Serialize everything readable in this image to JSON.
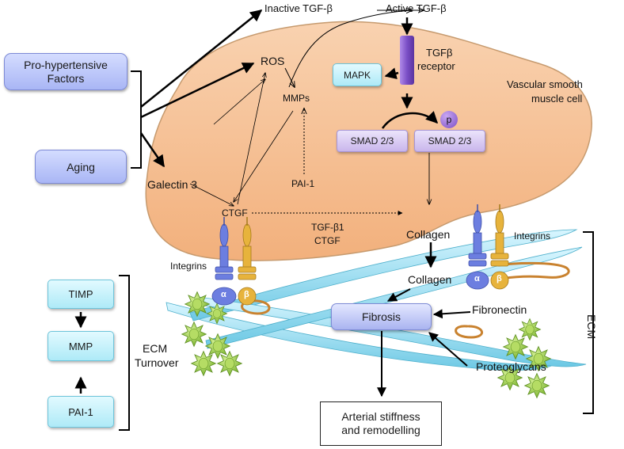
{
  "labels": {
    "inactive_tgf": "Inactive TGF-β",
    "active_tgf": "Active TGF-β",
    "tgf_receptor_line1": "TGFβ",
    "tgf_receptor_line2": "receptor",
    "vsmc_line1": "Vascular smooth",
    "vsmc_line2": "muscle cell",
    "ros": "ROS",
    "mmps": "MMPs",
    "galectin": "Galectin 3",
    "pai1_center": "PAI-1",
    "ctgf": "CTGF",
    "tgf_b1": "TGF-β1",
    "ctgf_center": "CTGF",
    "collagen_cell": "Collagen",
    "collagen_ecm": "Collagen",
    "integrins_left": "Integrins",
    "integrins_right": "Integrins",
    "fibronectin": "Fibronectin",
    "proteoglycans": "Proteoglycans",
    "ecm_turnover_line1": "ECM",
    "ecm_turnover_line2": "Turnover",
    "ecm_side": "ECM",
    "phospho": "p",
    "alpha": "α",
    "beta": "β"
  },
  "boxes": {
    "pro_hypertensive": "Pro-hypertensive\nFactors",
    "aging": "Aging",
    "mapk": "MAPK",
    "smad_left": "SMAD 2/3",
    "smad_right": "SMAD 2/3",
    "timp": "TIMP",
    "mmp": "MMP",
    "pai1": "PAI-1",
    "fibrosis": "Fibrosis",
    "arterial_line1": "Arterial stiffness",
    "arterial_line2": "and remodelling"
  },
  "colors": {
    "cell_fill": "#f7c39a",
    "cell_stroke": "#c69a6e",
    "fiber": "#8fdcef",
    "collagen_coil": "#c9822f",
    "star": "#8fc93a",
    "receptor": "#7b4fc6",
    "integrin_alpha": "#6c7ee0",
    "integrin_beta": "#e7b33c"
  }
}
